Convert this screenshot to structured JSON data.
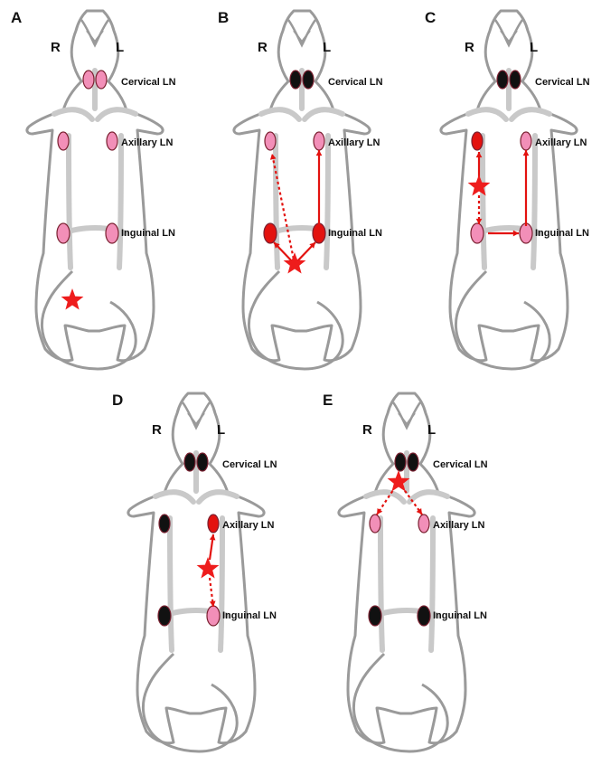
{
  "colors": {
    "outline": "#9a9a9a",
    "vessel": "#c9c9c9",
    "pink": "#f28fb8",
    "red": "#e3120f",
    "black": "#111111",
    "star": "#ee1c1c"
  },
  "panels": [
    {
      "id": "A",
      "label": "A",
      "right": "R",
      "left": "L",
      "cervical": "Cervical LN",
      "axillary": "Axillary LN",
      "inguinal": "Inguinal LN",
      "nodes": {
        "cerv": "pink",
        "ax_r": "pink",
        "ax_l": "pink",
        "ing_r": "pink",
        "ing_l": "pink"
      }
    },
    {
      "id": "B",
      "label": "B",
      "right": "R",
      "left": "L",
      "cervical": "Cervical LN",
      "axillary": "Axillary LN",
      "inguinal": "Inguinal LN",
      "nodes": {
        "cerv": "black",
        "ax_r": "pink",
        "ax_l": "pink",
        "ing_r": "red",
        "ing_l": "red"
      }
    },
    {
      "id": "C",
      "label": "C",
      "right": "R",
      "left": "L",
      "cervical": "Cervical LN",
      "axillary": "Axillary LN",
      "inguinal": "Inguinal LN",
      "nodes": {
        "cerv": "black",
        "ax_r": "red",
        "ax_l": "pink",
        "ing_r": "pink",
        "ing_l": "pink"
      }
    },
    {
      "id": "D",
      "label": "D",
      "right": "R",
      "left": "L",
      "cervical": "Cervical LN",
      "axillary": "Axillary LN",
      "inguinal": "Inguinal LN",
      "nodes": {
        "cerv": "black",
        "ax_r": "black",
        "ax_l": "red",
        "ing_r": "black",
        "ing_l": "pink"
      }
    },
    {
      "id": "E",
      "label": "E",
      "right": "R",
      "left": "L",
      "cervical": "Cervical LN",
      "axillary": "Axillary LN",
      "inguinal": "Inguinal LN",
      "nodes": {
        "cerv": "black",
        "ax_r": "pink",
        "ax_l": "pink",
        "ing_r": "black",
        "ing_l": "black"
      }
    }
  ]
}
